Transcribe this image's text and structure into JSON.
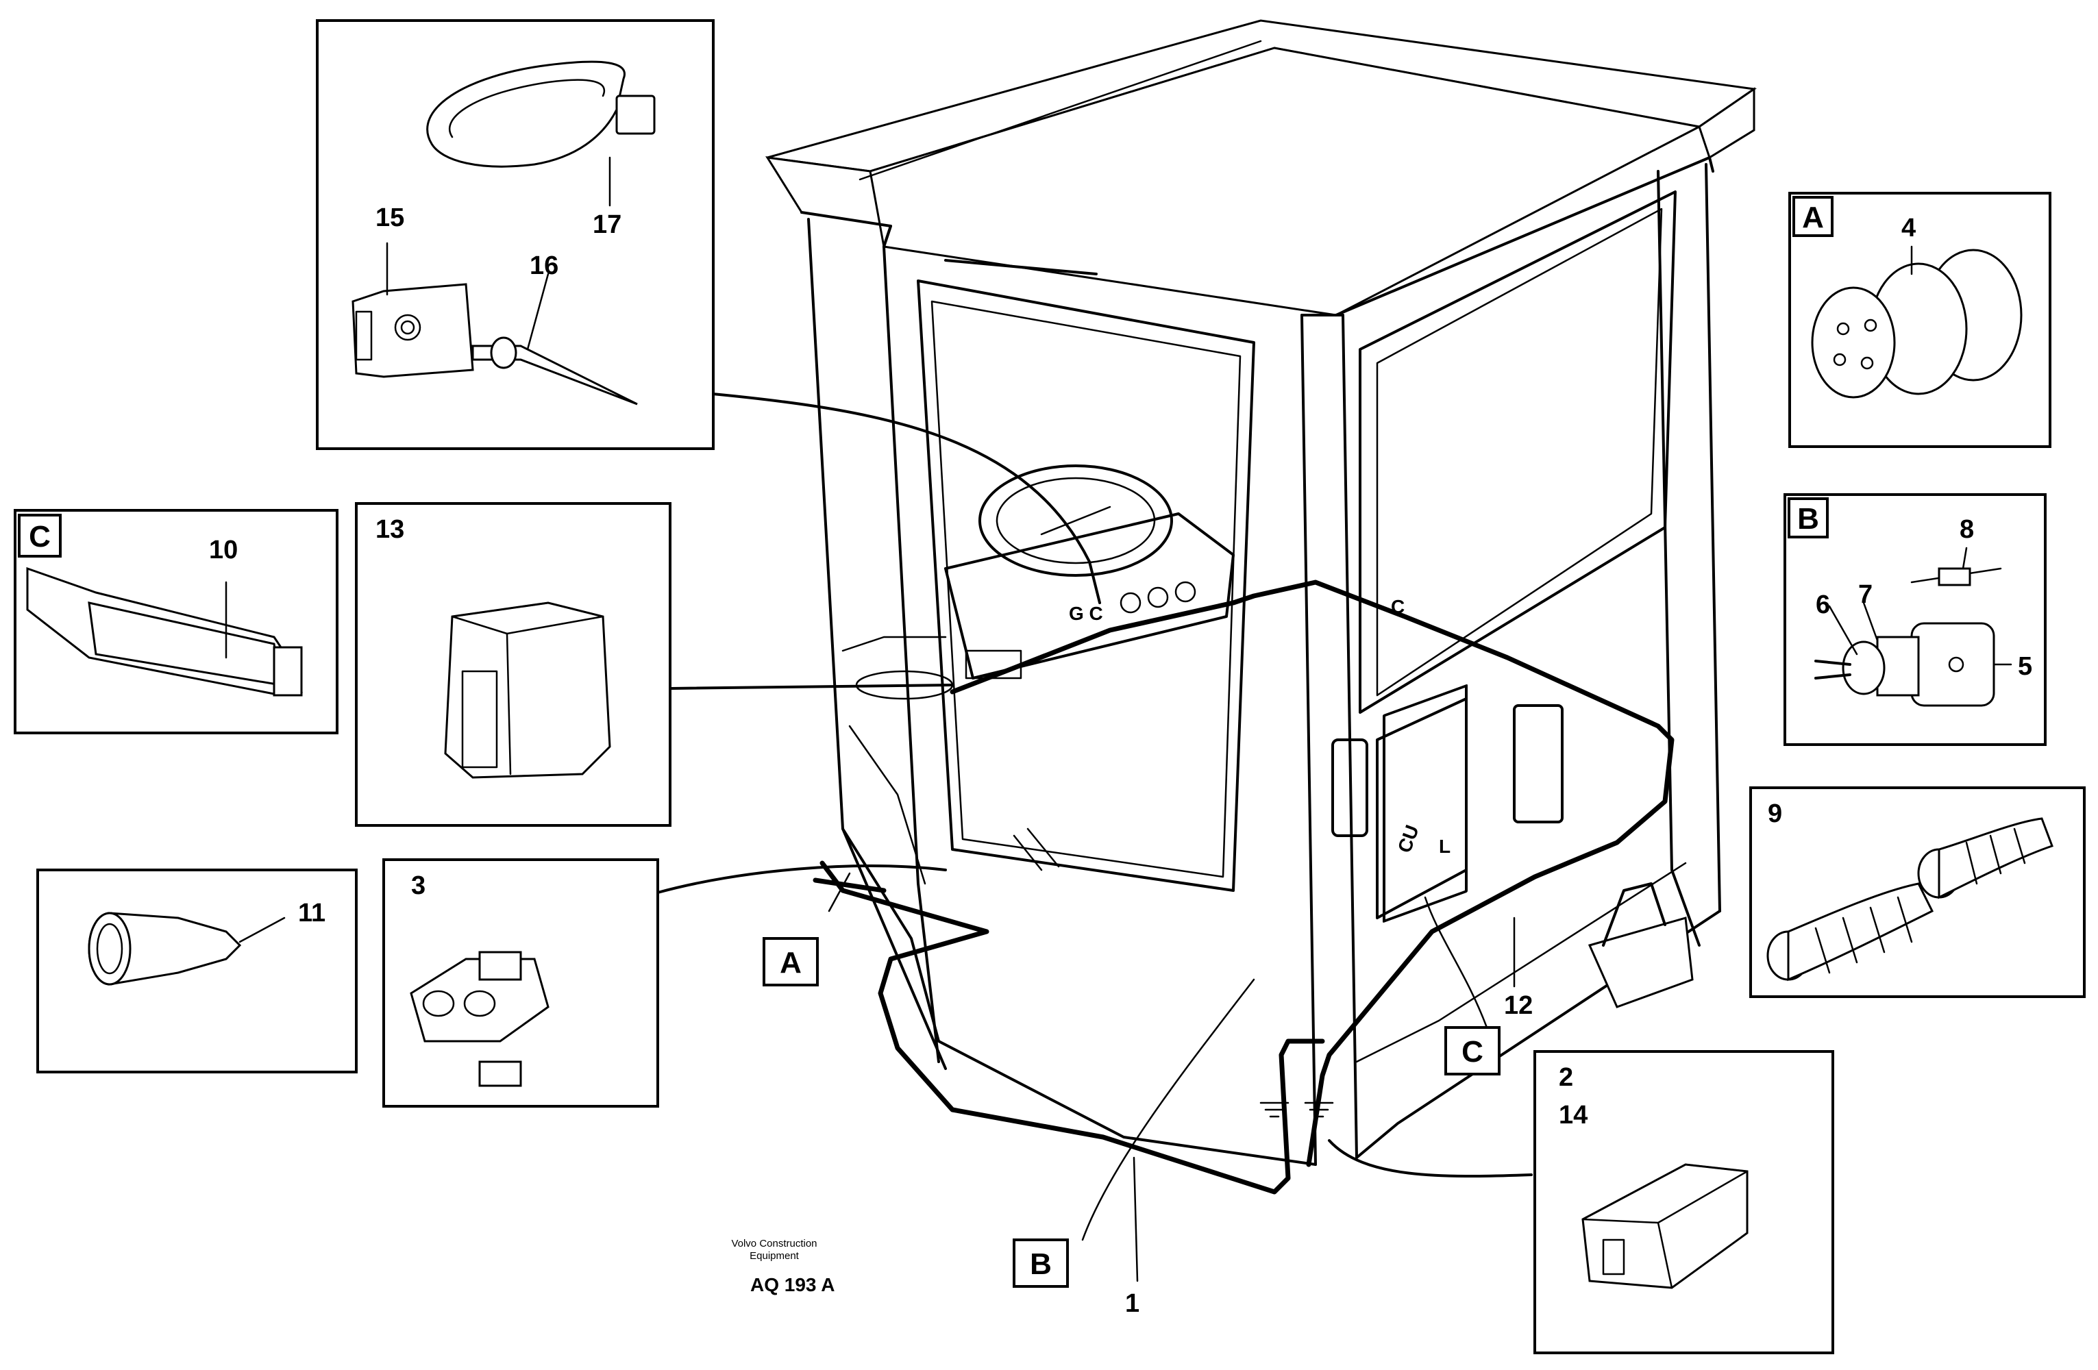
{
  "diagram": {
    "part_numbers": {
      "p1": "1",
      "p2": "2",
      "p3": "3",
      "p4": "4",
      "p5": "5",
      "p6": "6",
      "p7": "7",
      "p8": "8",
      "p9": "9",
      "p10": "10",
      "p11": "11",
      "p12": "12",
      "p13": "13",
      "p14": "14",
      "p15": "15",
      "p16": "16",
      "p17": "17"
    },
    "callouts": {
      "a": "A",
      "b": "B",
      "c": "C"
    },
    "detail_letters": {
      "a": "A",
      "b": "B",
      "c": "C"
    },
    "cab_markings": {
      "cu": "CU",
      "l": "L",
      "c": "C",
      "gc": "G C"
    },
    "footer": {
      "company_line1": "Volvo Construction",
      "company_line2": "Equipment",
      "drawing_code": "AQ 193 A"
    }
  }
}
